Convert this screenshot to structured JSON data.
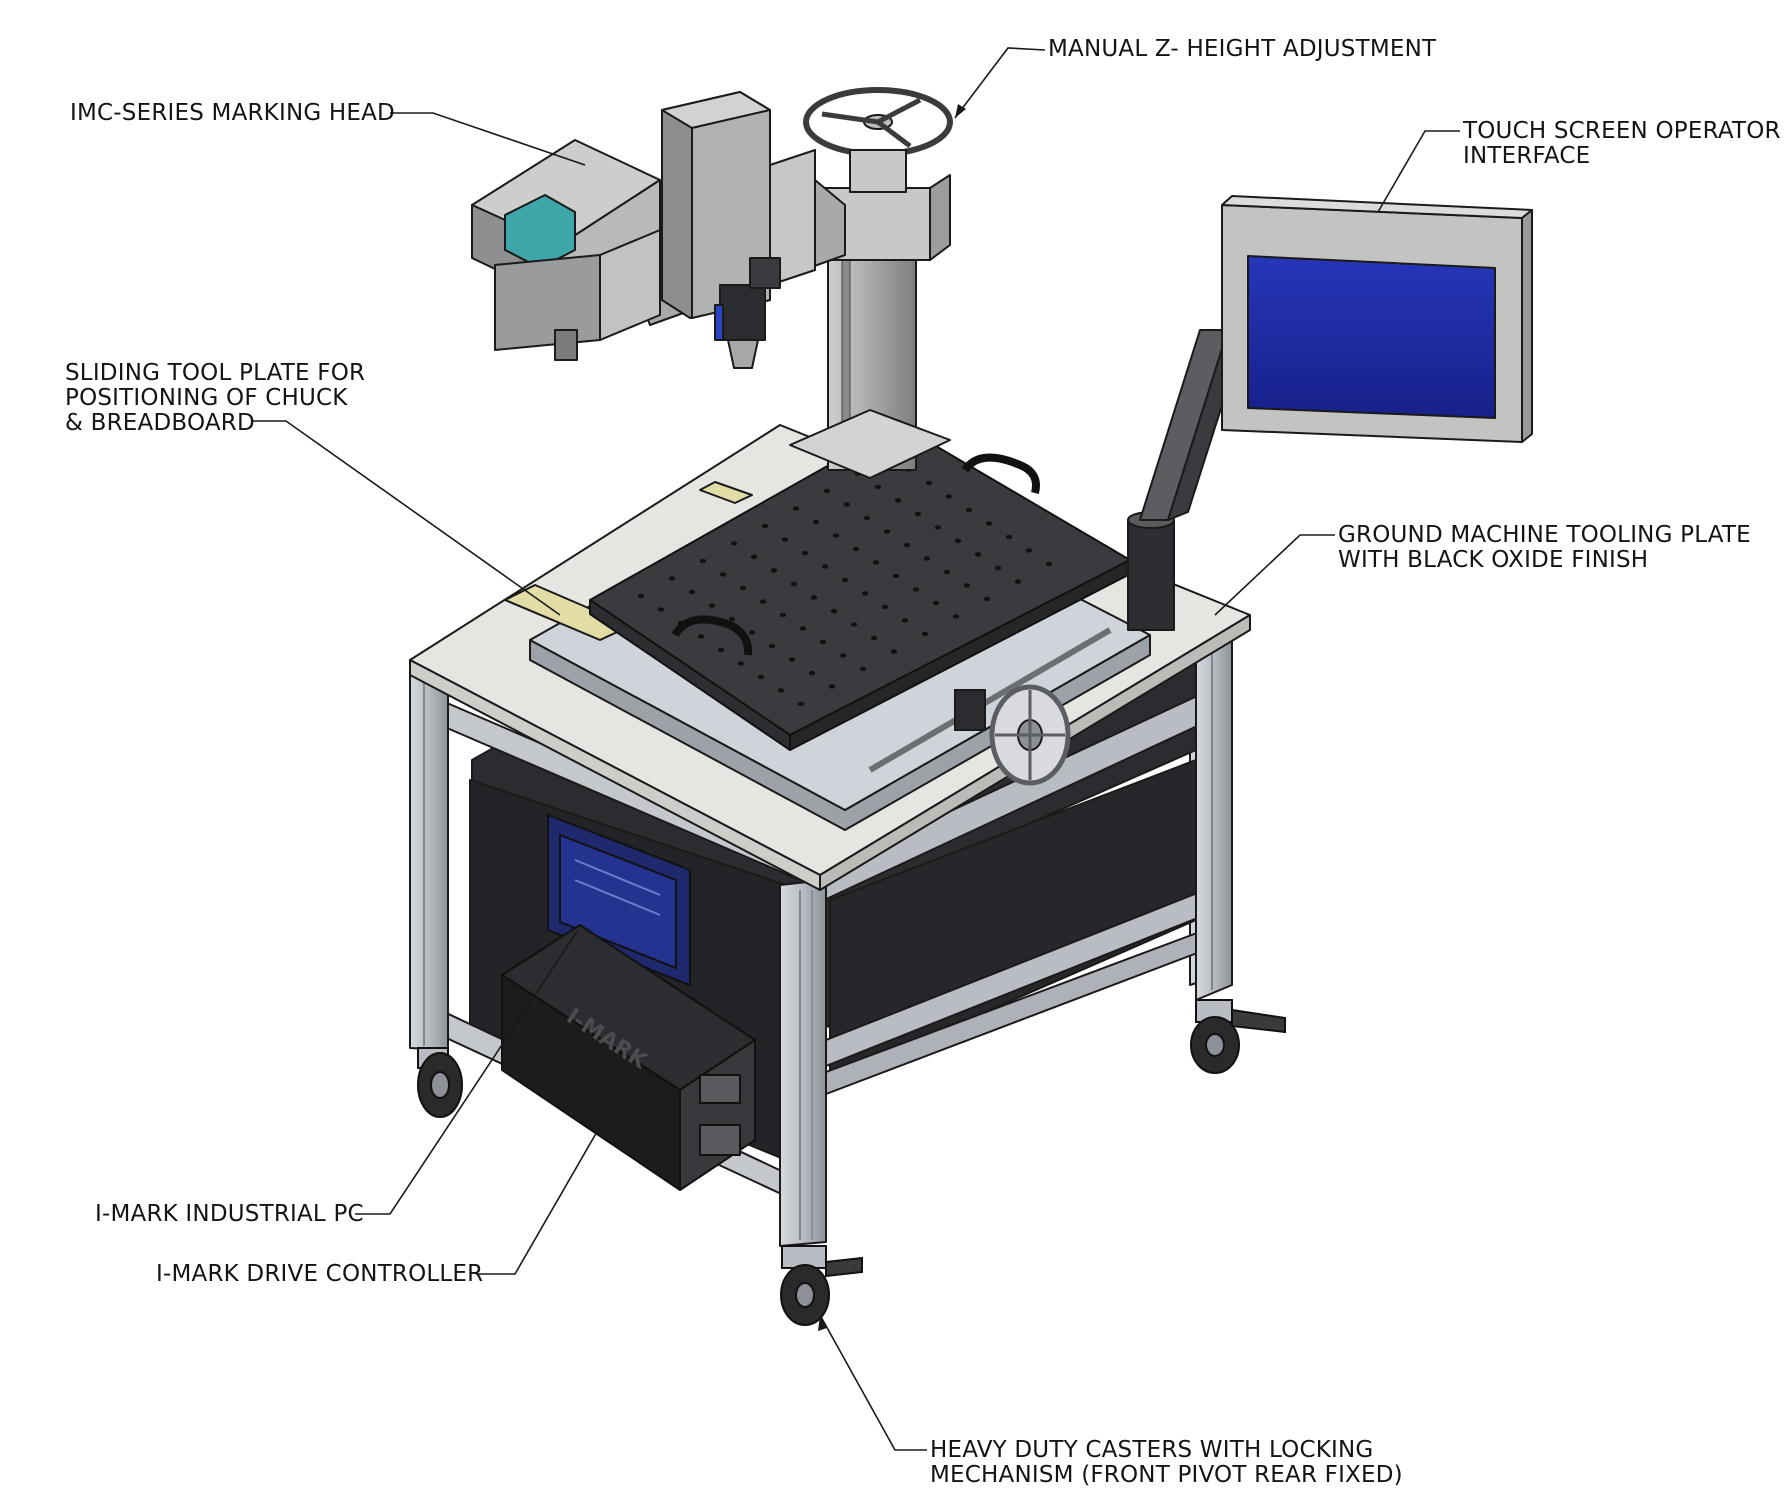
{
  "callouts": {
    "manual_z": [
      "MANUAL Z- HEIGHT ADJUSTMENT"
    ],
    "marking_head": [
      "IMC-SERIES MARKING HEAD"
    ],
    "touch_screen": [
      "TOUCH SCREEN OPERATOR",
      "INTERFACE"
    ],
    "sliding_plate": [
      "SLIDING TOOL PLATE FOR",
      "POSITIONING OF CHUCK",
      "& BREADBOARD"
    ],
    "ground_plate": [
      "GROUND MACHINE TOOLING PLATE",
      "WITH BLACK OXIDE FINISH"
    ],
    "industrial_pc": [
      "I-MARK INDUSTRIAL PC"
    ],
    "drive_controller": [
      "I-MARK DRIVE CONTROLLER"
    ],
    "casters": [
      "HEAVY DUTY CASTERS WITH LOCKING",
      "MECHANISM (FRONT PIVOT REAR FIXED)"
    ]
  },
  "product_text": {
    "controller_brand": "I-MARK"
  },
  "colors": {
    "ink": "#141414",
    "tabletop": "#e7e5e1",
    "frame_aluminum": "#c4c7cc",
    "black_oxide_plate": "#3a3b3e",
    "screen_blue": "#1d2a9c",
    "shims": "#e2dca6",
    "teal_motor": "#3ca6a8"
  }
}
